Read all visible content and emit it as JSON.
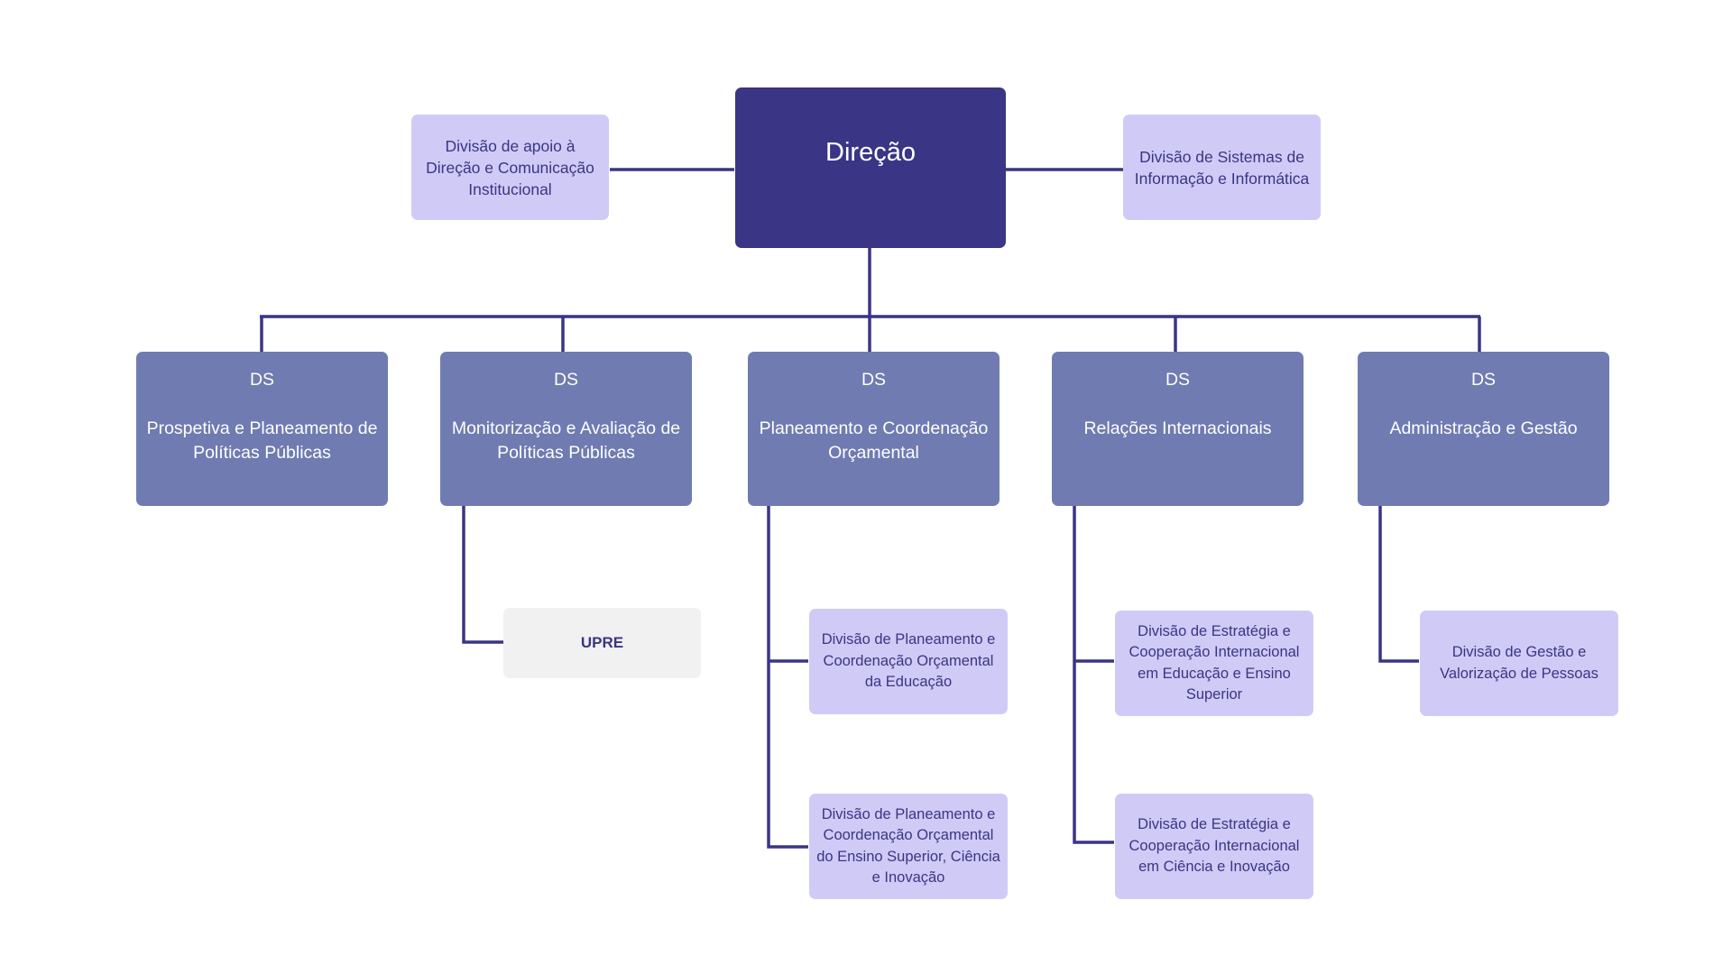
{
  "org_chart": {
    "top": {
      "label": "Direção"
    },
    "advisory": {
      "left": "Divisão de apoio à Direção e Comunicação Institucional",
      "right": "Divisão de Sistemas de Informação e Informática"
    },
    "services": [
      {
        "abbr": "DS",
        "name": "Prospetiva e Planeamento de Políticas Públicas",
        "units": []
      },
      {
        "abbr": "DS",
        "name": "Monitorização e Avaliação de Políticas Públicas",
        "units": [
          "UPRE"
        ]
      },
      {
        "abbr": "DS",
        "name": "Planeamento e Coordenação Orçamental",
        "units": [
          "Divisão de Planeamento e Coordenação Orçamental da Educação",
          "Divisão de Planeamento e Coordenação Orçamental do Ensino Superior, Ciência e Inovação"
        ]
      },
      {
        "abbr": "DS",
        "name": "Relações Internacionais",
        "units": [
          "Divisão de Estratégia e Cooperação Internacional em Educação e Ensino Superior",
          "Divisão de Estratégia e Cooperação Internacional em Ciência e Inovação"
        ]
      },
      {
        "abbr": "DS",
        "name": "Administração e Gestão",
        "units": [
          "Divisão de Gestão e Valorização de Pessoas"
        ]
      }
    ]
  },
  "colors": {
    "top_fill": "#3a3584",
    "ds_fill": "#6f7bb1",
    "division_fill": "#d0cbf6",
    "unit_fill": "#f1f1f1",
    "connector": "#3a3584",
    "text_dark": "#3a3584",
    "text_light": "#ffffff"
  }
}
